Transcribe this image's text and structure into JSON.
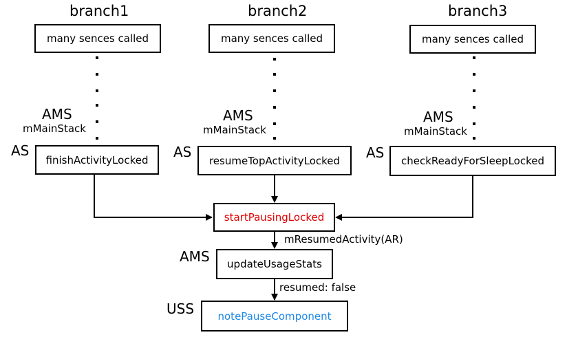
{
  "colors": {
    "line": "#000000",
    "highlight_red": "#e00000",
    "highlight_blue": "#1e88e5"
  },
  "branches": [
    {
      "title": "branch1",
      "top_box": "many sences called",
      "ams": "AMS",
      "stack": "mMainStack",
      "as": "AS",
      "bottom_box": "finishActivityLocked"
    },
    {
      "title": "branch2",
      "top_box": "many sences called",
      "ams": "AMS",
      "stack": "mMainStack",
      "as": "AS",
      "bottom_box": "resumeTopActivityLocked"
    },
    {
      "title": "branch3",
      "top_box": "many sences called",
      "ams": "AMS",
      "stack": "mMainStack",
      "as": "AS",
      "bottom_box": "checkReadyForSleepLocked"
    }
  ],
  "flow": {
    "start_pausing": "startPausingLocked",
    "edge1_label": "mResumedActivity(AR)",
    "update_prefix": "AMS",
    "update_usage": "updateUsageStats",
    "edge2_label": "resumed: false",
    "note_prefix": "USS",
    "note_pause": "notePauseComponent"
  }
}
